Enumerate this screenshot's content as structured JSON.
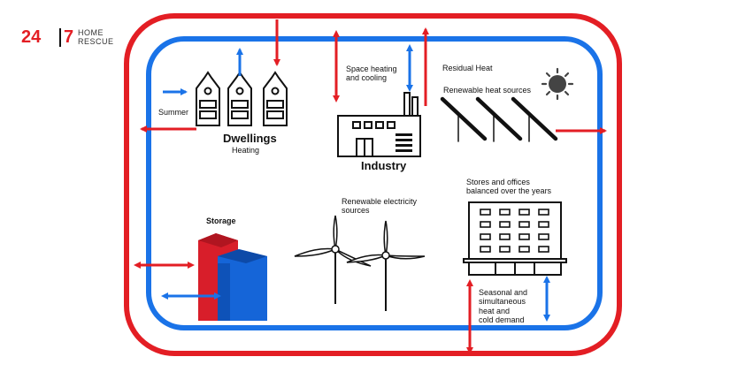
{
  "brand": {
    "number_left": "24",
    "number_right": "7",
    "word_top": "HOME",
    "word_bottom": "RESCUE"
  },
  "labels": {
    "summer": "Summer",
    "dwellings": "Dwellings",
    "heating": "Heating",
    "space_heating": "Space heating\nand cooling",
    "residual_heat": "Residual Heat",
    "renewable_heat": "Renewable heat sources",
    "industry": "Industry",
    "stores_offices": "Stores and offices\nbalanced over the years",
    "storage": "Storage",
    "renewable_electricity": "Renewable electricity\nsources",
    "seasonal": "Seasonal and\nsimultaneous\nheat and\ncold demand"
  },
  "colors": {
    "warm_loop": "#e31e24",
    "cold_loop": "#1a73e8",
    "outline": "#111111",
    "sun": "#444444",
    "storage_red": "#d81e2a",
    "storage_blue": "#1565d8"
  },
  "icons": [
    "sun-icon",
    "house-icon",
    "factory-icon",
    "solar-panel-icon",
    "wind-turbine-icon",
    "office-building-icon",
    "storage-tank-icon"
  ]
}
